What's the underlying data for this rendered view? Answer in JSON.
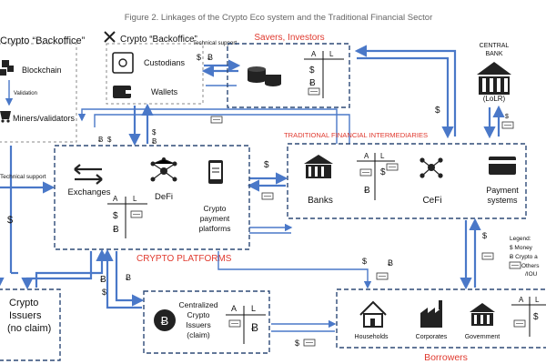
{
  "figure": {
    "title": "Figure 2. Linkages of the Crypto Eco system and the Traditional Financial Sector"
  },
  "backoffice_left": {
    "title": "Crypto “Backoffice”",
    "blockchain": "Blockchain",
    "validation": "Validation",
    "miners": "Miners/validators",
    "technical_support": "Technical support"
  },
  "backoffice_right": {
    "title": "Crypto “Backoffice”",
    "custodians": "Custodians",
    "wallets": "Wallets",
    "technical_support": "Technical support"
  },
  "savers": {
    "title": "Savers, Investors",
    "a": "A",
    "l": "L"
  },
  "central_bank": {
    "title_line1": "CENTRAL",
    "title_line2": "BANK",
    "lolr": "(LoLR)"
  },
  "traditional": {
    "title": "TRADITIONAL FINANCIAL INTERMEDIARIES",
    "banks": "Banks",
    "cefi": "CeFi",
    "payment_line1": "Payment",
    "payment_line2": "systems",
    "a": "A",
    "l": "L"
  },
  "crypto_platforms": {
    "title": "CRYPTO PLATFORMS",
    "exchanges": "Exchanges",
    "defi": "DeFi",
    "payment_line1": "Crypto",
    "payment_line2": "payment",
    "payment_line3": "platforms",
    "a": "A",
    "l": "L"
  },
  "issuers_left": {
    "line1": "Crypto",
    "line2": "Issuers",
    "line3": "(no claim)"
  },
  "issuers_center": {
    "line1": "Centralized",
    "line2": "Crypto",
    "line3": "Issuers",
    "line4": "(claim)",
    "a": "A",
    "l": "L"
  },
  "borrowers": {
    "title": "Borrowers",
    "households": "Households",
    "corporates": "Corporates",
    "government": "Government",
    "a": "A",
    "l": "L"
  },
  "legend": {
    "title": "Legend:",
    "money": "$ Money",
    "crypto": "Ƀ Crypto a",
    "others": "Others",
    "iou": "/IOU"
  },
  "symbols": {
    "dollar": "$",
    "bitcoin": "Ƀ"
  }
}
